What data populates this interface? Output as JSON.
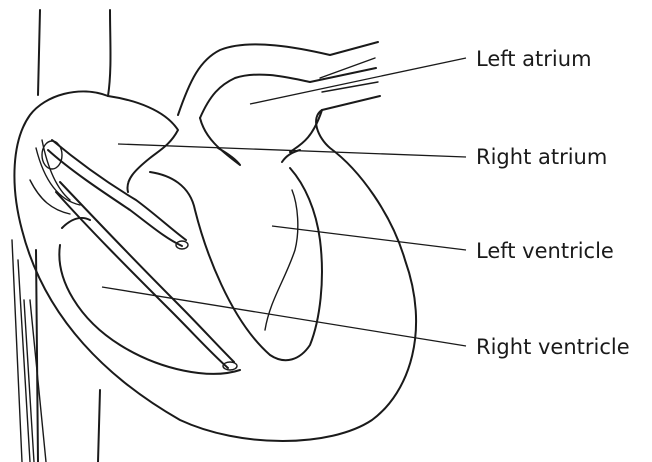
{
  "diagram": {
    "labels": {
      "left_atrium": "Left atrium",
      "right_atrium": "Right atrium",
      "left_ventricle": "Left ventricle",
      "right_ventricle": "Right ventricle"
    }
  },
  "colors": {
    "ink": "#1a1a1a",
    "background": "#ffffff"
  }
}
